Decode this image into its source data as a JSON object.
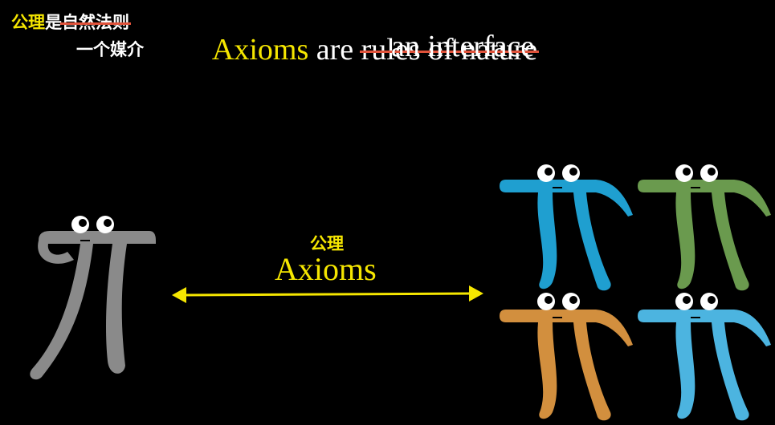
{
  "subtitle_cn": {
    "line1_highlight": "公理",
    "line1_rest_plain": "是",
    "line1_struck": "自然法则",
    "line2": "一个媒介"
  },
  "subtitle_en": {
    "highlight": "Axioms",
    "plain": " are ",
    "struck": "rules of nature",
    "line2": "an interface"
  },
  "arrow_label": {
    "cn": "公理",
    "en": "Axioms"
  },
  "colors": {
    "yellow": "#f5e600",
    "white": "#ffffff",
    "strike": "#e0523a",
    "grey_pi": "#8a8a8a",
    "blue_pi": "#1f9fd0",
    "green_pi": "#6a9a4e",
    "orange_pi": "#d28f3e",
    "light_blue_pi": "#4cb4e0"
  },
  "icons": [
    "pi-creature-grey",
    "pi-creature-blue",
    "pi-creature-green",
    "pi-creature-orange",
    "pi-creature-light-blue",
    "double-arrow"
  ]
}
